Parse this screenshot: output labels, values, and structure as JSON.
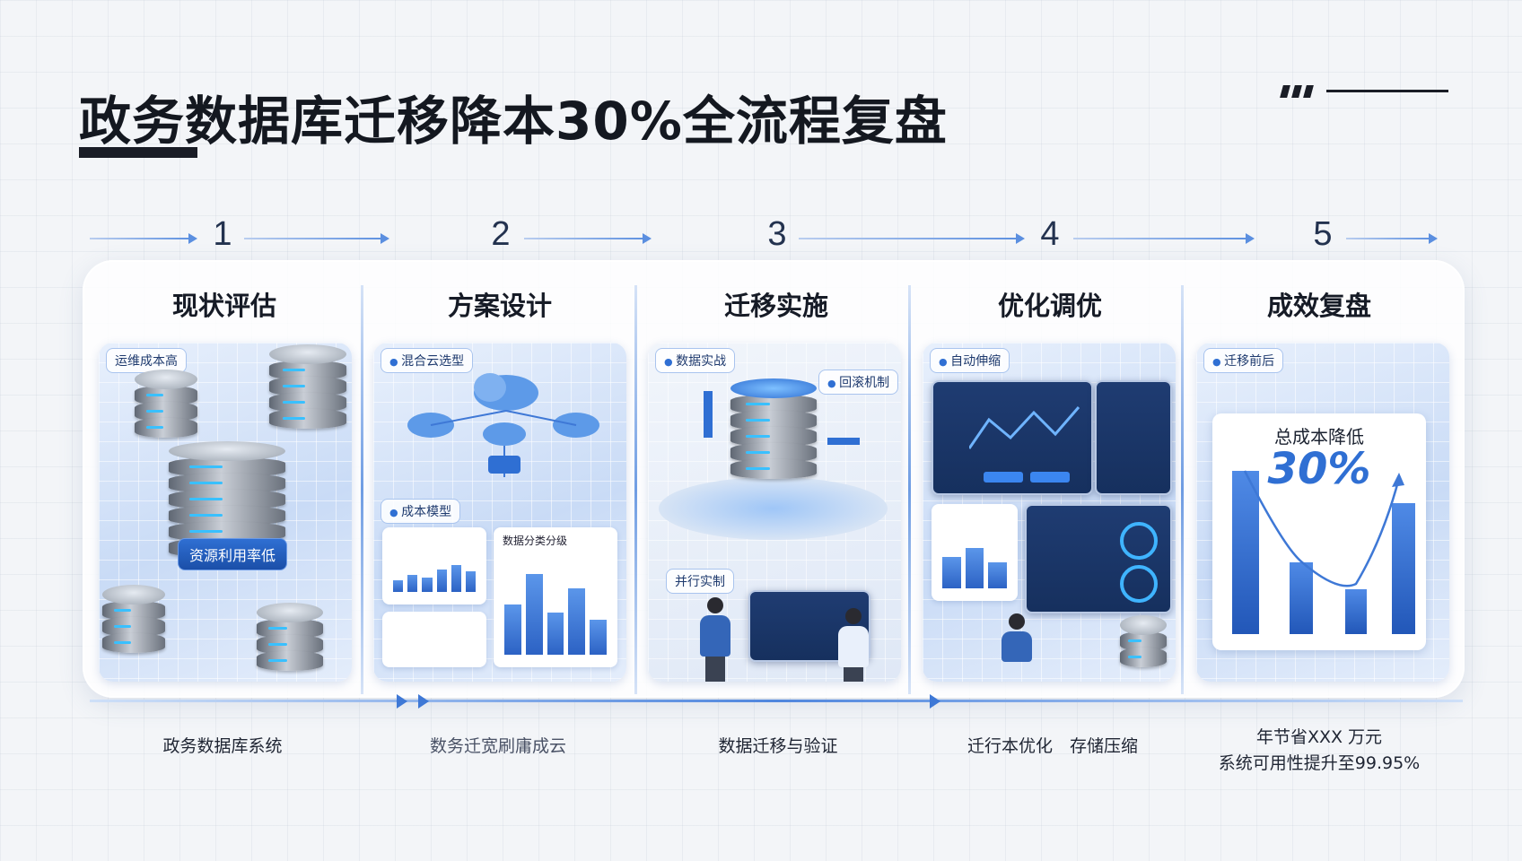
{
  "title": "政务数据库迁移降本30%全流程复盘",
  "steps": [
    {
      "num": "1",
      "name": "现状评估",
      "desc_lines": [
        "政务数据库系统"
      ],
      "labels": [
        "运维成本高",
        "资源利用率低"
      ]
    },
    {
      "num": "2",
      "name": "方案设计",
      "desc_lines": [
        "数务迁宽刷庸成云"
      ],
      "labels": [
        "混合云选型",
        "成本模型",
        "数据分类分级"
      ]
    },
    {
      "num": "3",
      "name": "迁移实施",
      "desc_lines": [
        "数据迁移与验证"
      ],
      "labels": [
        "数据实战",
        "回滚机制",
        "并行实制"
      ]
    },
    {
      "num": "4",
      "name": "优化调优",
      "desc_lines": [
        "迁行本优化　存储压缩"
      ],
      "labels": [
        "自动伸缩"
      ]
    },
    {
      "num": "5",
      "name": "成效复盘",
      "desc_lines": [
        "年节省XXX 万元",
        "系统可用性提升至99.95%"
      ],
      "labels": [
        "迁移前后",
        "总成本降低",
        "30%"
      ]
    }
  ],
  "colors": {
    "accent": "#2f6fd3",
    "dark": "#141820",
    "panel": "#c9dbf6"
  }
}
